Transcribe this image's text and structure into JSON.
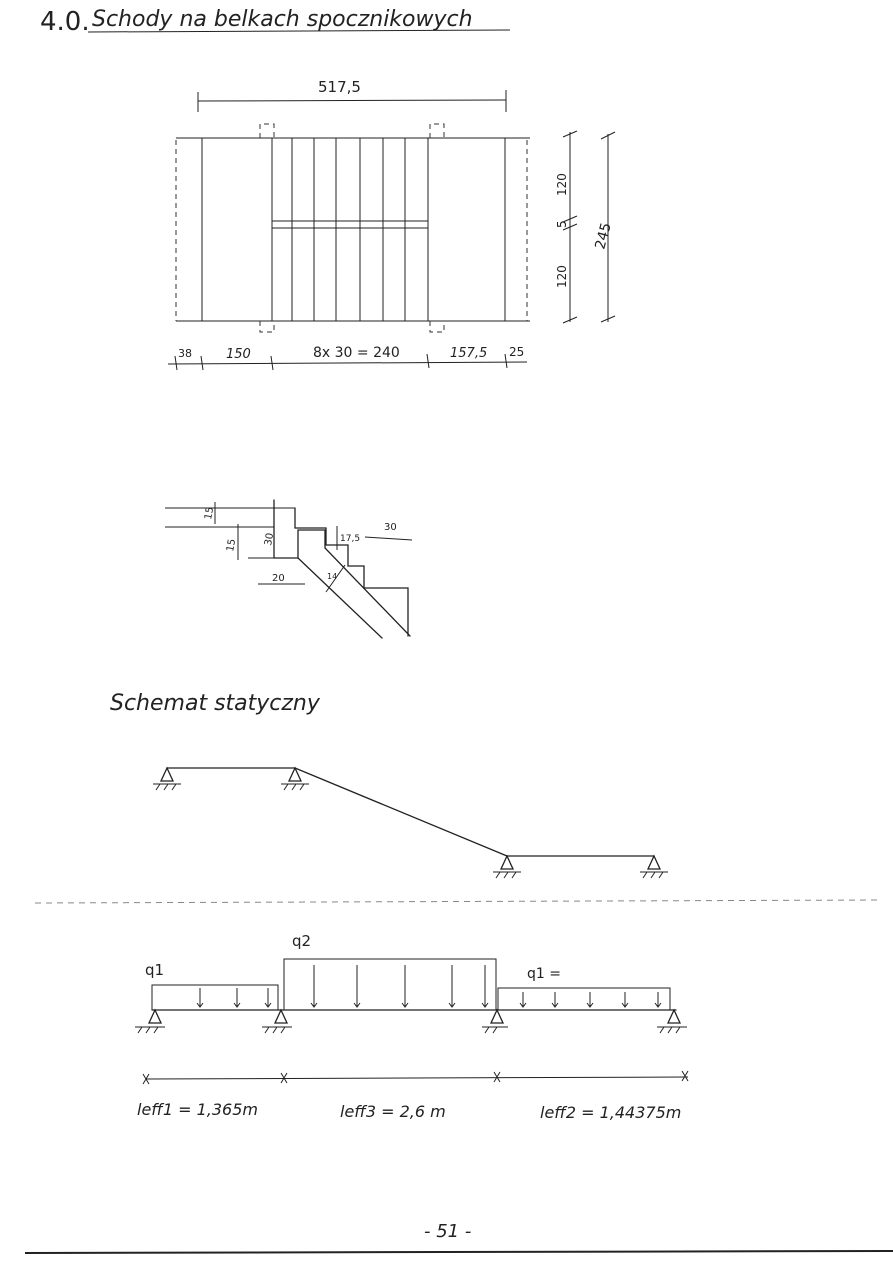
{
  "heading": {
    "number": "4.0.",
    "title": "Schody na belkach spocznikowych"
  },
  "plan": {
    "total_width": "517,5",
    "bottom_dims": [
      "38",
      "150",
      "8x 30 = 240",
      "157,5",
      "25"
    ],
    "side_dims": [
      "120",
      "5",
      "120"
    ],
    "total_height": "245"
  },
  "section": {
    "dims": [
      "15",
      "15",
      "30",
      "17,5",
      "30",
      "20",
      "14"
    ]
  },
  "static_scheme": {
    "title": "Schemat statyczny"
  },
  "loads": {
    "labels": [
      "q1",
      "q2",
      "q1 ="
    ],
    "spans": [
      "leff1 = 1,365m",
      "leff3 = 2,6 m",
      "leff2 = 1,44375m"
    ]
  },
  "footer": {
    "page_number": "- 51 -"
  }
}
